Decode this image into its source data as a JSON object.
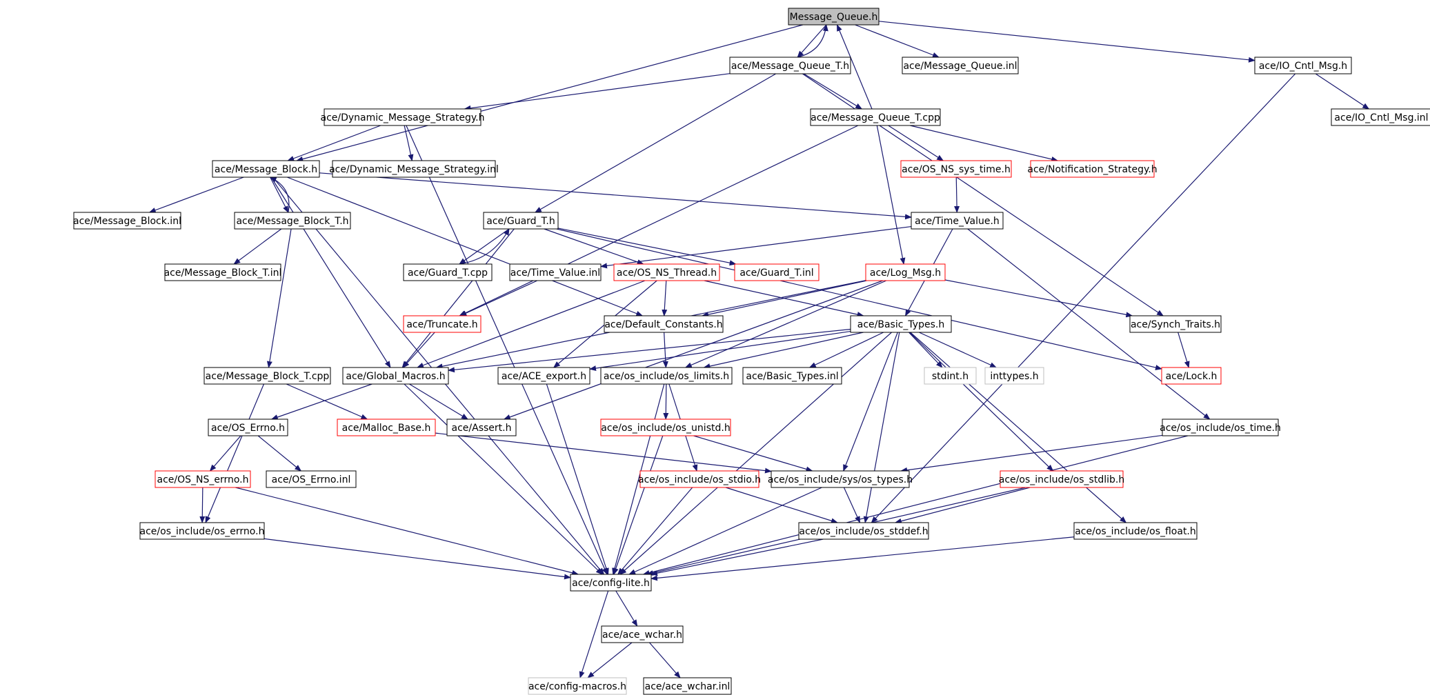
{
  "colors": {
    "edge": "#191970",
    "root_fill": "#bfbfbf",
    "normal_border": "#000000",
    "red_border": "#ff0000",
    "gray_border": "#bfbfbf"
  },
  "nodes": [
    {
      "id": "mq_h",
      "label": "Message_Queue.h",
      "style": "root"
    },
    {
      "id": "mqt_h",
      "label": "ace/Message_Queue_T.h",
      "style": "normal"
    },
    {
      "id": "mq_inl",
      "label": "ace/Message_Queue.inl",
      "style": "normal"
    },
    {
      "id": "iocm_h",
      "label": "ace/IO_Cntl_Msg.h",
      "style": "normal"
    },
    {
      "id": "iocm_inl",
      "label": "ace/IO_Cntl_Msg.inl",
      "style": "normal"
    },
    {
      "id": "dms_h",
      "label": "ace/Dynamic_Message_Strategy.h",
      "style": "normal"
    },
    {
      "id": "mqt_cpp",
      "label": "ace/Message_Queue_T.cpp",
      "style": "normal"
    },
    {
      "id": "mb_h",
      "label": "ace/Message_Block.h",
      "style": "normal"
    },
    {
      "id": "dms_inl",
      "label": "ace/Dynamic_Message_Strategy.inl",
      "style": "normal"
    },
    {
      "id": "osnst_h",
      "label": "ace/OS_NS_sys_time.h",
      "style": "red"
    },
    {
      "id": "ns_h",
      "label": "ace/Notification_Strategy.h",
      "style": "red"
    },
    {
      "id": "mb_inl",
      "label": "ace/Message_Block.inl",
      "style": "normal"
    },
    {
      "id": "mbt_h",
      "label": "ace/Message_Block_T.h",
      "style": "normal"
    },
    {
      "id": "gt_h",
      "label": "ace/Guard_T.h",
      "style": "normal"
    },
    {
      "id": "tv_h",
      "label": "ace/Time_Value.h",
      "style": "normal"
    },
    {
      "id": "mbt_inl",
      "label": "ace/Message_Block_T.inl",
      "style": "normal"
    },
    {
      "id": "gt_cpp",
      "label": "ace/Guard_T.cpp",
      "style": "normal"
    },
    {
      "id": "tv_inl",
      "label": "ace/Time_Value.inl",
      "style": "normal"
    },
    {
      "id": "osnsthr_h",
      "label": "ace/OS_NS_Thread.h",
      "style": "red"
    },
    {
      "id": "gt_inl",
      "label": "ace/Guard_T.inl",
      "style": "red"
    },
    {
      "id": "lm_h",
      "label": "ace/Log_Msg.h",
      "style": "red"
    },
    {
      "id": "trunc_h",
      "label": "ace/Truncate.h",
      "style": "red"
    },
    {
      "id": "dc_h",
      "label": "ace/Default_Constants.h",
      "style": "normal"
    },
    {
      "id": "bt_h",
      "label": "ace/Basic_Types.h",
      "style": "normal"
    },
    {
      "id": "st_h",
      "label": "ace/Synch_Traits.h",
      "style": "normal"
    },
    {
      "id": "mbt_cpp",
      "label": "ace/Message_Block_T.cpp",
      "style": "normal"
    },
    {
      "id": "gm_h",
      "label": "ace/Global_Macros.h",
      "style": "normal"
    },
    {
      "id": "aexp_h",
      "label": "ace/ACE_export.h",
      "style": "normal"
    },
    {
      "id": "osl_h",
      "label": "ace/os_include/os_limits.h",
      "style": "normal"
    },
    {
      "id": "bt_inl",
      "label": "ace/Basic_Types.inl",
      "style": "normal"
    },
    {
      "id": "stdint_h",
      "label": "stdint.h",
      "style": "gray"
    },
    {
      "id": "inttypes_h",
      "label": "inttypes.h",
      "style": "gray"
    },
    {
      "id": "lock_h",
      "label": "ace/Lock.h",
      "style": "red"
    },
    {
      "id": "ose_h",
      "label": "ace/OS_Errno.h",
      "style": "normal"
    },
    {
      "id": "malloc_h",
      "label": "ace/Malloc_Base.h",
      "style": "red"
    },
    {
      "id": "assert_h",
      "label": "ace/Assert.h",
      "style": "normal"
    },
    {
      "id": "osu_h",
      "label": "ace/os_include/os_unistd.h",
      "style": "red"
    },
    {
      "id": "ost_h",
      "label": "ace/os_include/os_time.h",
      "style": "normal"
    },
    {
      "id": "osnse_h",
      "label": "ace/OS_NS_errno.h",
      "style": "red"
    },
    {
      "id": "ose_inl",
      "label": "ace/OS_Errno.inl",
      "style": "normal"
    },
    {
      "id": "osstdio_h",
      "label": "ace/os_include/os_stdio.h",
      "style": "red"
    },
    {
      "id": "ossys_h",
      "label": "ace/os_include/sys/os_types.h",
      "style": "normal"
    },
    {
      "id": "osstdlib_h",
      "label": "ace/os_include/os_stdlib.h",
      "style": "red"
    },
    {
      "id": "oserrno_h",
      "label": "ace/os_include/os_errno.h",
      "style": "normal"
    },
    {
      "id": "osstddef_h",
      "label": "ace/os_include/os_stddef.h",
      "style": "normal"
    },
    {
      "id": "osfloat_h",
      "label": "ace/os_include/os_float.h",
      "style": "normal"
    },
    {
      "id": "cl_h",
      "label": "ace/config-lite.h",
      "style": "normal"
    },
    {
      "id": "wchar_h",
      "label": "ace/ace_wchar.h",
      "style": "normal"
    },
    {
      "id": "cm_h",
      "label": "ace/config-macros.h",
      "style": "gray"
    },
    {
      "id": "wchar_inl",
      "label": "ace/ace_wchar.inl",
      "style": "normal"
    }
  ],
  "edges": [
    [
      "mq_h",
      "mqt_h"
    ],
    [
      "mq_h",
      "mq_inl"
    ],
    [
      "mq_h",
      "iocm_h"
    ],
    [
      "mq_h",
      "mb_h"
    ],
    [
      "mqt_h",
      "mq_h"
    ],
    [
      "mqt_h",
      "dms_h"
    ],
    [
      "mqt_h",
      "mqt_cpp"
    ],
    [
      "mqt_h",
      "gt_h"
    ],
    [
      "mqt_h",
      "st_h"
    ],
    [
      "mqt_cpp",
      "mq_h"
    ],
    [
      "mqt_cpp",
      "osnst_h"
    ],
    [
      "mqt_cpp",
      "ns_h"
    ],
    [
      "mqt_cpp",
      "lm_h"
    ],
    [
      "mqt_cpp",
      "trunc_h"
    ],
    [
      "iocm_h",
      "iocm_inl"
    ],
    [
      "iocm_h",
      "osstddef_h"
    ],
    [
      "dms_h",
      "mb_h"
    ],
    [
      "dms_h",
      "dms_inl"
    ],
    [
      "dms_h",
      "cl_h"
    ],
    [
      "mb_h",
      "mb_inl"
    ],
    [
      "mb_h",
      "mbt_h"
    ],
    [
      "mb_h",
      "tv_h"
    ],
    [
      "mb_h",
      "dc_h"
    ],
    [
      "mb_h",
      "gm_h"
    ],
    [
      "mb_h",
      "cl_h"
    ],
    [
      "mbt_h",
      "mb_h"
    ],
    [
      "mbt_h",
      "mbt_inl"
    ],
    [
      "mbt_h",
      "mbt_cpp"
    ],
    [
      "osnst_h",
      "tv_h"
    ],
    [
      "gt_h",
      "gt_cpp"
    ],
    [
      "gt_h",
      "osnsthr_h"
    ],
    [
      "gt_h",
      "gt_inl"
    ],
    [
      "gt_h",
      "gm_h"
    ],
    [
      "gt_h",
      "lock_h"
    ],
    [
      "gt_cpp",
      "gt_h"
    ],
    [
      "tv_h",
      "tv_inl"
    ],
    [
      "tv_h",
      "bt_h"
    ],
    [
      "tv_h",
      "ost_h"
    ],
    [
      "tv_inl",
      "trunc_h"
    ],
    [
      "osnsthr_h",
      "dc_h"
    ],
    [
      "osnsthr_h",
      "gm_h"
    ],
    [
      "osnsthr_h",
      "aexp_h"
    ],
    [
      "osnsthr_h",
      "bt_h"
    ],
    [
      "lm_h",
      "dc_h"
    ],
    [
      "lm_h",
      "st_h"
    ],
    [
      "lm_h",
      "osl_h"
    ],
    [
      "lm_h",
      "gm_h"
    ],
    [
      "lm_h",
      "assert_h"
    ],
    [
      "trunc_h",
      "gm_h"
    ],
    [
      "dc_h",
      "osl_h"
    ],
    [
      "bt_h",
      "gm_h"
    ],
    [
      "bt_h",
      "aexp_h"
    ],
    [
      "bt_h",
      "osl_h"
    ],
    [
      "bt_h",
      "bt_inl"
    ],
    [
      "bt_h",
      "stdint_h"
    ],
    [
      "bt_h",
      "inttypes_h"
    ],
    [
      "bt_h",
      "ossys_h"
    ],
    [
      "bt_h",
      "osstddef_h"
    ],
    [
      "bt_h",
      "osstdlib_h"
    ],
    [
      "bt_h",
      "osfloat_h"
    ],
    [
      "bt_h",
      "cl_h"
    ],
    [
      "st_h",
      "lock_h"
    ],
    [
      "mbt_cpp",
      "malloc_h"
    ],
    [
      "mbt_cpp",
      "oserrno_h"
    ],
    [
      "gm_h",
      "ose_h"
    ],
    [
      "gm_h",
      "assert_h"
    ],
    [
      "gm_h",
      "cl_h"
    ],
    [
      "aexp_h",
      "cl_h"
    ],
    [
      "osl_h",
      "osu_h"
    ],
    [
      "osl_h",
      "osstdio_h"
    ],
    [
      "osl_h",
      "cl_h"
    ],
    [
      "ose_h",
      "osnse_h"
    ],
    [
      "ose_h",
      "ose_inl"
    ],
    [
      "malloc_h",
      "ossys_h"
    ],
    [
      "osu_h",
      "ossys_h"
    ],
    [
      "osu_h",
      "cl_h"
    ],
    [
      "ost_h",
      "ossys_h"
    ],
    [
      "ost_h",
      "cl_h"
    ],
    [
      "osnse_h",
      "oserrno_h"
    ],
    [
      "osnse_h",
      "cl_h"
    ],
    [
      "osstdio_h",
      "osstddef_h"
    ],
    [
      "osstdio_h",
      "cl_h"
    ],
    [
      "ossys_h",
      "osstddef_h"
    ],
    [
      "ossys_h",
      "cl_h"
    ],
    [
      "osstdlib_h",
      "osstddef_h"
    ],
    [
      "osstdlib_h",
      "cl_h"
    ],
    [
      "oserrno_h",
      "cl_h"
    ],
    [
      "osstddef_h",
      "cl_h"
    ],
    [
      "osfloat_h",
      "cl_h"
    ],
    [
      "cl_h",
      "wchar_h"
    ],
    [
      "cl_h",
      "cm_h"
    ],
    [
      "wchar_h",
      "cm_h"
    ],
    [
      "wchar_h",
      "wchar_inl"
    ]
  ]
}
